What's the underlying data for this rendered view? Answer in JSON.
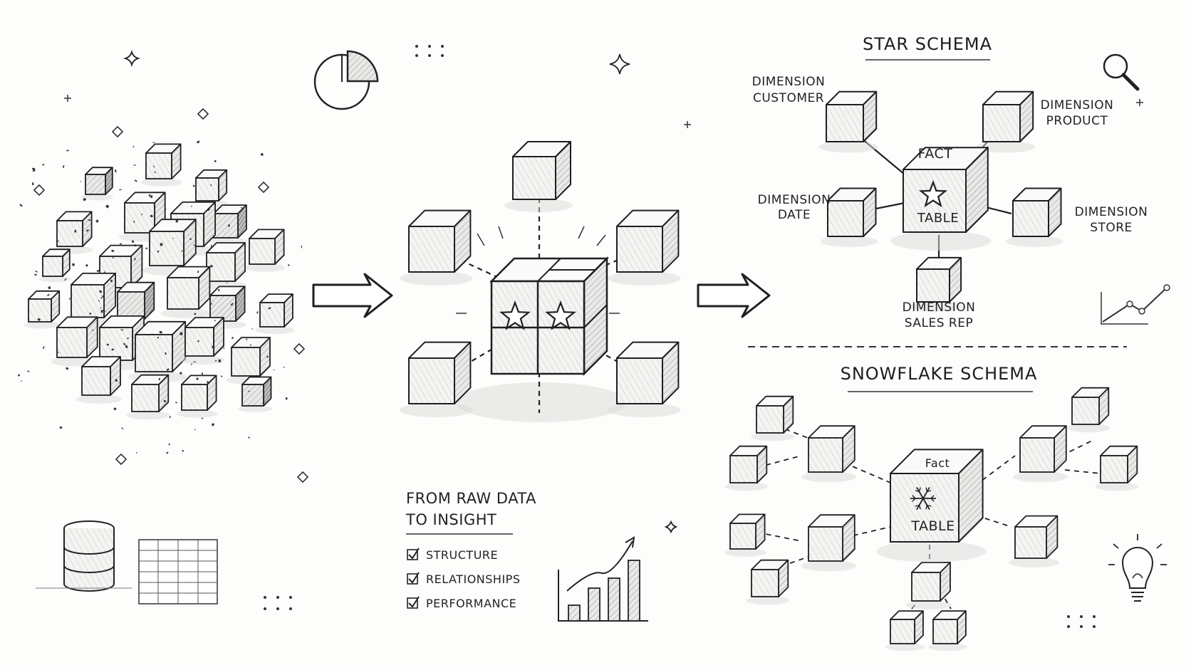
{
  "star_schema": {
    "title": "STAR SCHEMA",
    "fact_line1": "FACT",
    "fact_line2": "TABLE",
    "dim_customer": [
      "DIMENSION",
      "CUSTOMER"
    ],
    "dim_product": [
      "DIMENSION",
      "PRODUCT"
    ],
    "dim_date": [
      "DIMENSION",
      "DATE"
    ],
    "dim_store": [
      "DIMENSION",
      "STORE"
    ],
    "dim_salesrep": [
      "DIMENSION",
      "SALES REP"
    ]
  },
  "snowflake_schema": {
    "title": "SNOWFLAKE SCHEMA",
    "fact_line1": "Fact",
    "fact_line2": "TABLE"
  },
  "insight": {
    "title_line1": "FROM RAW DATA",
    "title_line2": "TO INSIGHT",
    "checklist": [
      "STRUCTURE",
      "RELATIONSHIPS",
      "PERFORMANCE"
    ]
  },
  "colors": {
    "ink": "#1f1f1f",
    "paper": "#fdfdfc",
    "shade": "#9a9a9a"
  }
}
